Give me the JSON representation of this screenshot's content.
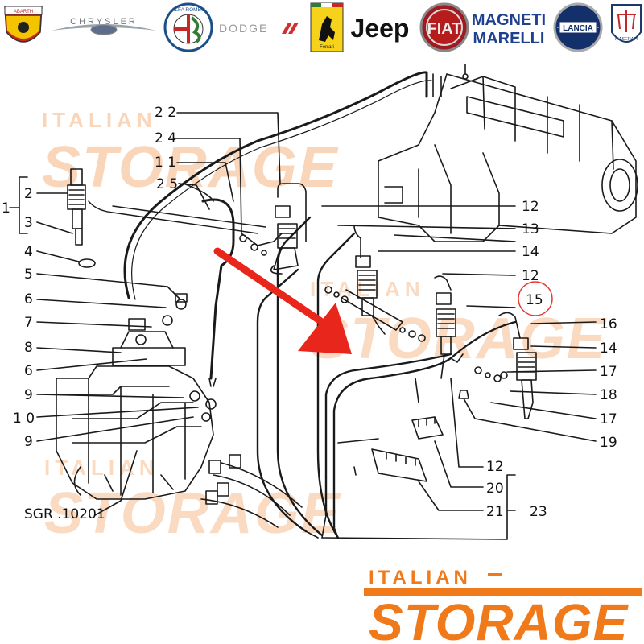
{
  "brands": [
    {
      "label": "ABARTH",
      "icon": "abarth-logo-icon"
    },
    {
      "label": "CHRYSLER",
      "icon": "chrysler-logo-icon"
    },
    {
      "label": "ALFA ROMEO",
      "icon": "alfa-romeo-logo-icon"
    },
    {
      "label": "DODGE",
      "icon": "dodge-logo-icon"
    },
    {
      "label": "Ferrari",
      "icon": "ferrari-logo-icon"
    },
    {
      "label": "Jeep",
      "icon": "jeep-logo-icon"
    },
    {
      "label": "FIAT",
      "icon": "fiat-logo-icon"
    },
    {
      "label_line1": "MAGNETI",
      "label_line2": "MARELLI",
      "icon": "magneti-marelli-logo-icon"
    },
    {
      "label": "LANCIA",
      "icon": "lancia-logo-icon"
    },
    {
      "label": "MASERATI",
      "icon": "maserati-logo-icon"
    }
  ],
  "watermark": {
    "line1": "ITALIAN",
    "line2": "STORAGE",
    "color": "#f3a467"
  },
  "footer_logo": {
    "line1": "ITALIAN",
    "line2": "STORAGE",
    "color": "#f07a1a"
  },
  "callouts": {
    "c1": "1",
    "c2": "2",
    "c3": "3",
    "c4": "4",
    "c5": "5",
    "c6a": "6",
    "c7": "7",
    "c8": "8",
    "c6b": "6",
    "c9a": "9",
    "c10": "1 0",
    "c9b": "9",
    "c22": "2 2",
    "c24": "2 4",
    "c11": "1 1",
    "c25": "2 5",
    "c12a": "12",
    "c13": "13",
    "c14a": "14",
    "c12b": "12",
    "c15": "15",
    "c16": "16",
    "c14b": "14",
    "c17a": "17",
    "c18": "18",
    "c17b": "17",
    "c19": "19",
    "c12c": "12",
    "c20": "20",
    "c21": "21",
    "c23": "23",
    "sgr": "SGR .10201"
  },
  "highlight": {
    "callout": "15",
    "color": "#e53935"
  },
  "arrow_color": "#e8261c"
}
